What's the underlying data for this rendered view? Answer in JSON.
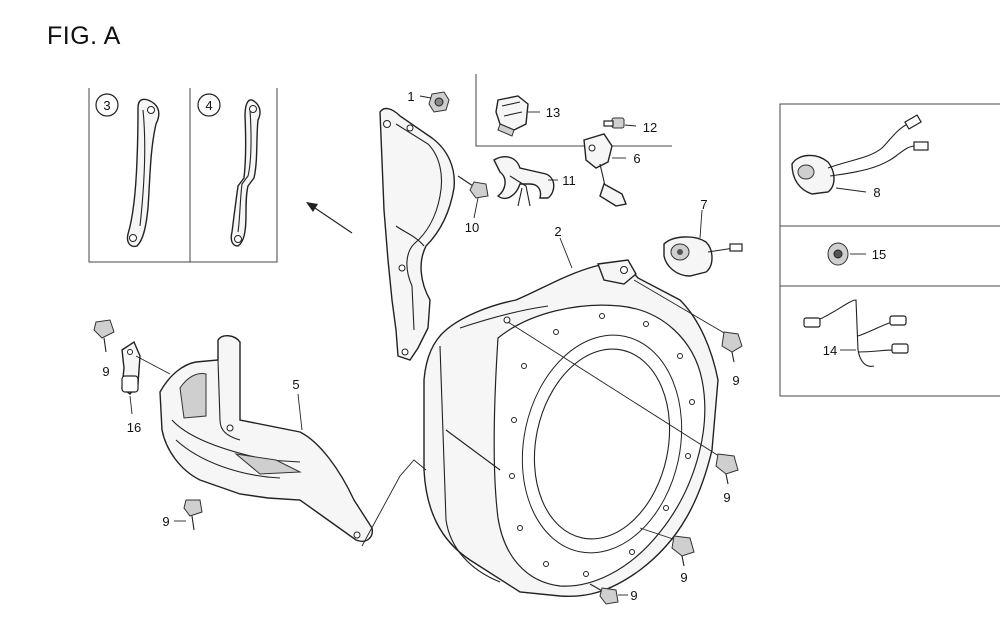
{
  "title": "FIG. A",
  "callouts": {
    "c1": "1",
    "c2": "2",
    "c3": "3",
    "c4": "4",
    "c5": "5",
    "c6": "6",
    "c7": "7",
    "c8": "8",
    "c9a": "9",
    "c9b": "9",
    "c9c": "9",
    "c9d": "9",
    "c9e": "9",
    "c9f": "9",
    "c10": "10",
    "c11": "11",
    "c12": "12",
    "c13": "13",
    "c14": "14",
    "c15": "15",
    "c16": "16"
  }
}
